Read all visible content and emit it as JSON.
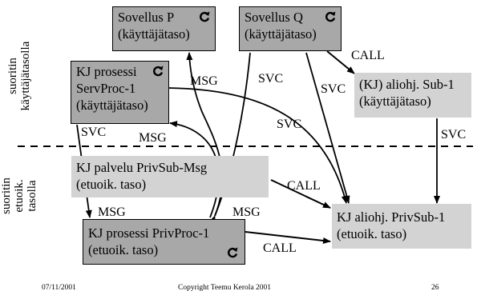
{
  "boxes": {
    "sovellus_p": {
      "line1": "Sovellus P",
      "line2": "(käyttäjätaso)"
    },
    "sovellus_q": {
      "line1": "Sovellus Q",
      "line2": "(käyttäjätaso)"
    },
    "kj_prosessi_servproc": {
      "line1": "KJ prosessi",
      "line2": "ServProc-1",
      "line3": "(käyttäjätaso)"
    },
    "kj_aliohj_sub1": {
      "line1": "(KJ) aliohj. Sub-1",
      "line2": "(käyttäjätaso)"
    },
    "kj_palvelu_privsub": {
      "line1": "KJ palvelu PrivSub-Msg",
      "line2": "(etuoik. taso)"
    },
    "kj_aliohj_privsub1": {
      "line1": "KJ aliohj. PrivSub-1",
      "line2": "(etuoik. taso)"
    },
    "kj_prosessi_privproc": {
      "line1": "KJ prosessi PrivProc-1",
      "line2": "(etuoik. taso)"
    }
  },
  "arrow_labels": {
    "msg_to_p": "MSG",
    "svc_q": "SVC",
    "call_q_sub1": "CALL",
    "svc_q_privsub1": "SVC",
    "svc_servproc": "SVC",
    "msg_to_servproc": "MSG",
    "svc_down_left": "SVC",
    "svc_sub1": "SVC",
    "call_palvelu": "CALL",
    "msg_privproc_left": "MSG",
    "msg_privproc_right": "MSG",
    "call_privproc": "CALL"
  },
  "side_labels": {
    "user_level": {
      "line1": "suoritin",
      "line2": "käyttäjätasolla"
    },
    "priv_level": {
      "line1": "suoritin",
      "line2": "etuoik.",
      "line3": "tasolla"
    }
  },
  "footer": {
    "date": "07/11/2001",
    "copyright": "Copyright Teemu Kerola 2001",
    "page": "26"
  }
}
